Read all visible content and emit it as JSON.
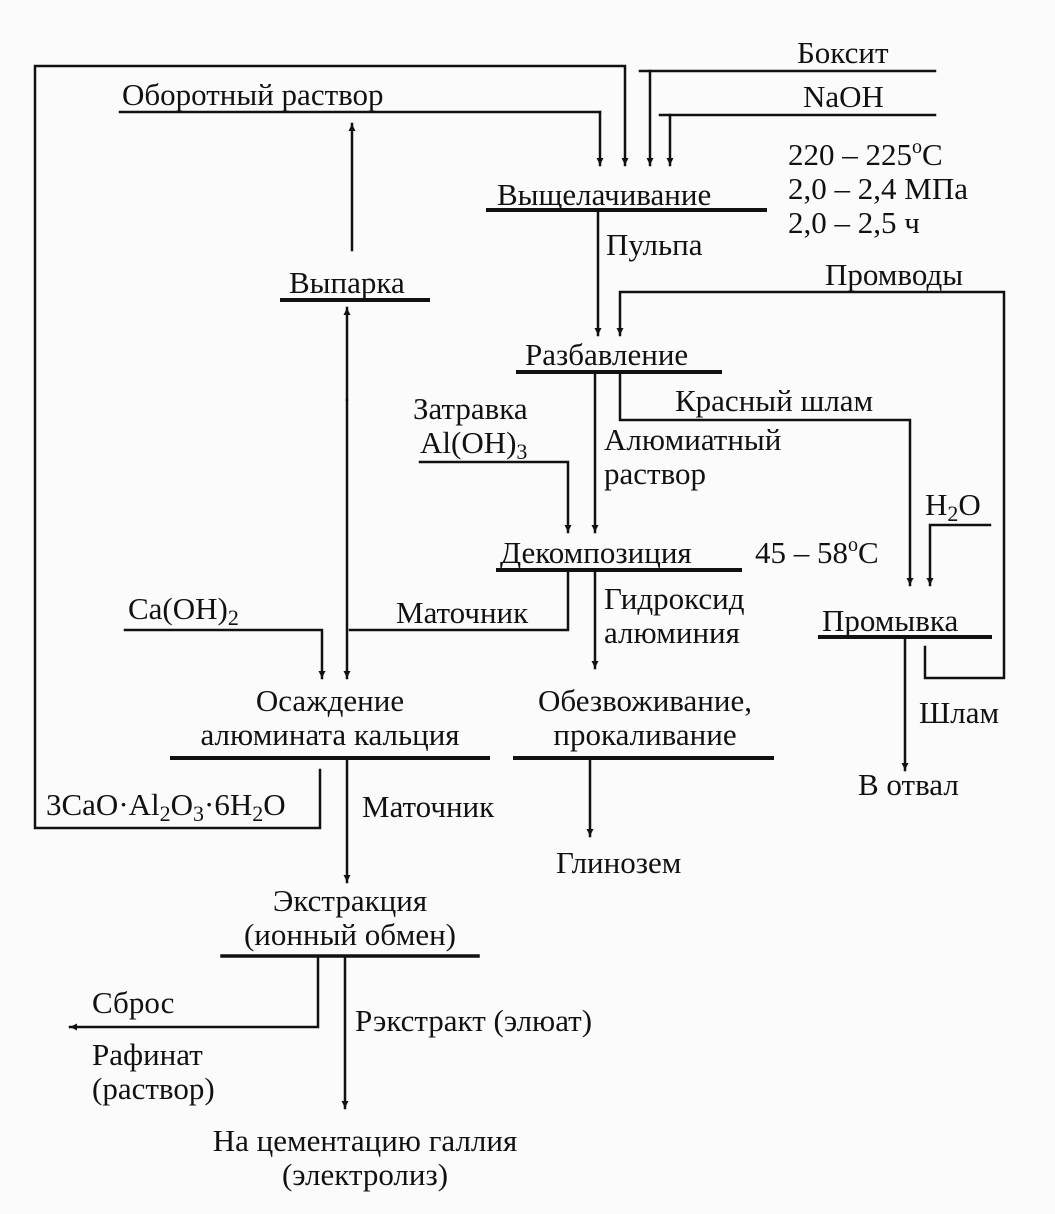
{
  "stages": {
    "leaching": "Выщелачивание",
    "dilution": "Разбавление",
    "decomposition": "Декомпозиция",
    "evaporation": "Выпарка",
    "washing": "Промывка",
    "precipitation_line1": "Осаждение",
    "precipitation_line2": "алюмината кальция",
    "calcination_line1": "Обезвоживание,",
    "calcination_line2": "прокаливание",
    "extraction_line1": "Экстракция",
    "extraction_line2": "(ионный обмен)"
  },
  "inputs": {
    "bauxite": "Боксит",
    "naoh": "NaOH",
    "recycle_solution": "Оборотный раствор",
    "wash_water": "Промводы",
    "seed_line1": "Затравка",
    "seed_formula": "Al(OH)",
    "seed_formula_sub": "3",
    "lime_formula": "Ca(OH)",
    "lime_formula_sub": "2",
    "water_h": "H",
    "water_sub": "2",
    "water_o": "O"
  },
  "conditions": {
    "leach_temp_prefix": "220 – 225",
    "leach_temp_sup": "o",
    "leach_temp_unit": "C",
    "leach_pressure": "2,0 – 2,4 МПа",
    "leach_time": "2,0 – 2,5 ч",
    "decomp_temp_prefix": "45 – 58",
    "decomp_temp_sup": "o",
    "decomp_temp_unit": "C"
  },
  "streams": {
    "pulp": "Пульпа",
    "red_mud": "Красный шлам",
    "aluminate_line1": "Алюмиатный",
    "aluminate_line2": "раствор",
    "mother_liquor": "Маточник",
    "hydroxide_line1": "Гидроксид",
    "hydroxide_line2": "алюминия",
    "sludge": "Шлам",
    "mother_liquor_2": "Маточник",
    "discharge": "Сброс",
    "raffinate_line1": "Рафинат",
    "raffinate_line2": "(раствор)",
    "re_extract": "Рэкстракт (элюат)",
    "calcium_aluminate_1": "3CaO",
    "calcium_aluminate_dot1": "·",
    "calcium_aluminate_2": "Al",
    "calcium_aluminate_sub1": "2",
    "calcium_aluminate_3": "O",
    "calcium_aluminate_sub2": "3",
    "calcium_aluminate_dot2": "·",
    "calcium_aluminate_4": "6H",
    "calcium_aluminate_sub3": "2",
    "calcium_aluminate_5": "O"
  },
  "outputs": {
    "to_dump": "В отвал",
    "alumina": "Глинозем",
    "gallium_line1": "На цементацию галлия",
    "gallium_line2": "(электролиз)"
  }
}
